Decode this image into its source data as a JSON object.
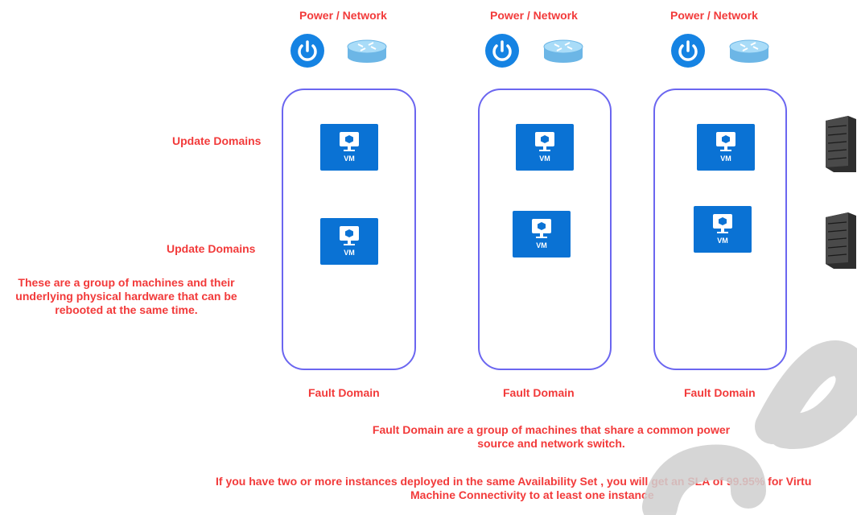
{
  "labels": {
    "power_network": "Power / Network",
    "update_domains": "Update Domains",
    "fault_domain": "Fault Domain",
    "vm": "VM"
  },
  "update_domain_description": [
    "These are a group of machines and their",
    "underlying physical hardware that can be",
    "rebooted at the same time."
  ],
  "fault_domain_description": [
    "Fault Domain are a group of machines that share a common power",
    "source and network switch."
  ],
  "sla_description": [
    "If you have two or more instances deployed in the same Availability Set , you will get an SLA of 99.95% for Virtu",
    "Machine Connectivity to at least one instance"
  ],
  "icons": {
    "power": "power-icon",
    "network": "router-icon",
    "vm": "virtual-machine-icon",
    "server": "server-rack-icon"
  },
  "colors": {
    "text_red": "#f23a3a",
    "box_border": "#6b66f0",
    "vm_blue": "#0a72d4",
    "power_blue": "#1583e3"
  }
}
